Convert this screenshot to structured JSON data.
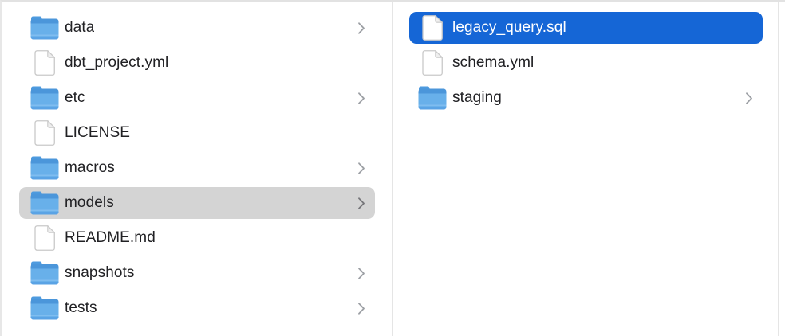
{
  "app": {
    "view": "finder-column-view"
  },
  "colors": {
    "selection_blue": "#1566d6",
    "selection_gray": "#d4d4d4",
    "divider": "#e5e5e5",
    "text": "#212124",
    "selected_text": "#ffffff",
    "chevron": "#9da0a5",
    "chevron_on_gray": "#76767a",
    "folder_blue_light": "#68b0ea",
    "folder_blue_dark": "#4b96da",
    "file_outline": "#c9c9c9"
  },
  "icons": {
    "folder": "folder-icon",
    "file": "file-icon",
    "chevron": "chevron-right-icon"
  },
  "columns": [
    {
      "name": "parent-column",
      "items": [
        {
          "label": "data",
          "type": "folder",
          "chevron": true,
          "selection": "none"
        },
        {
          "label": "dbt_project.yml",
          "type": "file",
          "chevron": false,
          "selection": "none"
        },
        {
          "label": "etc",
          "type": "folder",
          "chevron": true,
          "selection": "none"
        },
        {
          "label": "LICENSE",
          "type": "file",
          "chevron": false,
          "selection": "none"
        },
        {
          "label": "macros",
          "type": "folder",
          "chevron": true,
          "selection": "none"
        },
        {
          "label": "models",
          "type": "folder",
          "chevron": true,
          "selection": "gray"
        },
        {
          "label": "README.md",
          "type": "file",
          "chevron": false,
          "selection": "none"
        },
        {
          "label": "snapshots",
          "type": "folder",
          "chevron": true,
          "selection": "none"
        },
        {
          "label": "tests",
          "type": "folder",
          "chevron": true,
          "selection": "none"
        }
      ]
    },
    {
      "name": "current-column",
      "items": [
        {
          "label": "legacy_query.sql",
          "type": "file",
          "chevron": false,
          "selection": "blue"
        },
        {
          "label": "schema.yml",
          "type": "file",
          "chevron": false,
          "selection": "none"
        },
        {
          "label": "staging",
          "type": "folder",
          "chevron": true,
          "selection": "none"
        }
      ]
    }
  ]
}
